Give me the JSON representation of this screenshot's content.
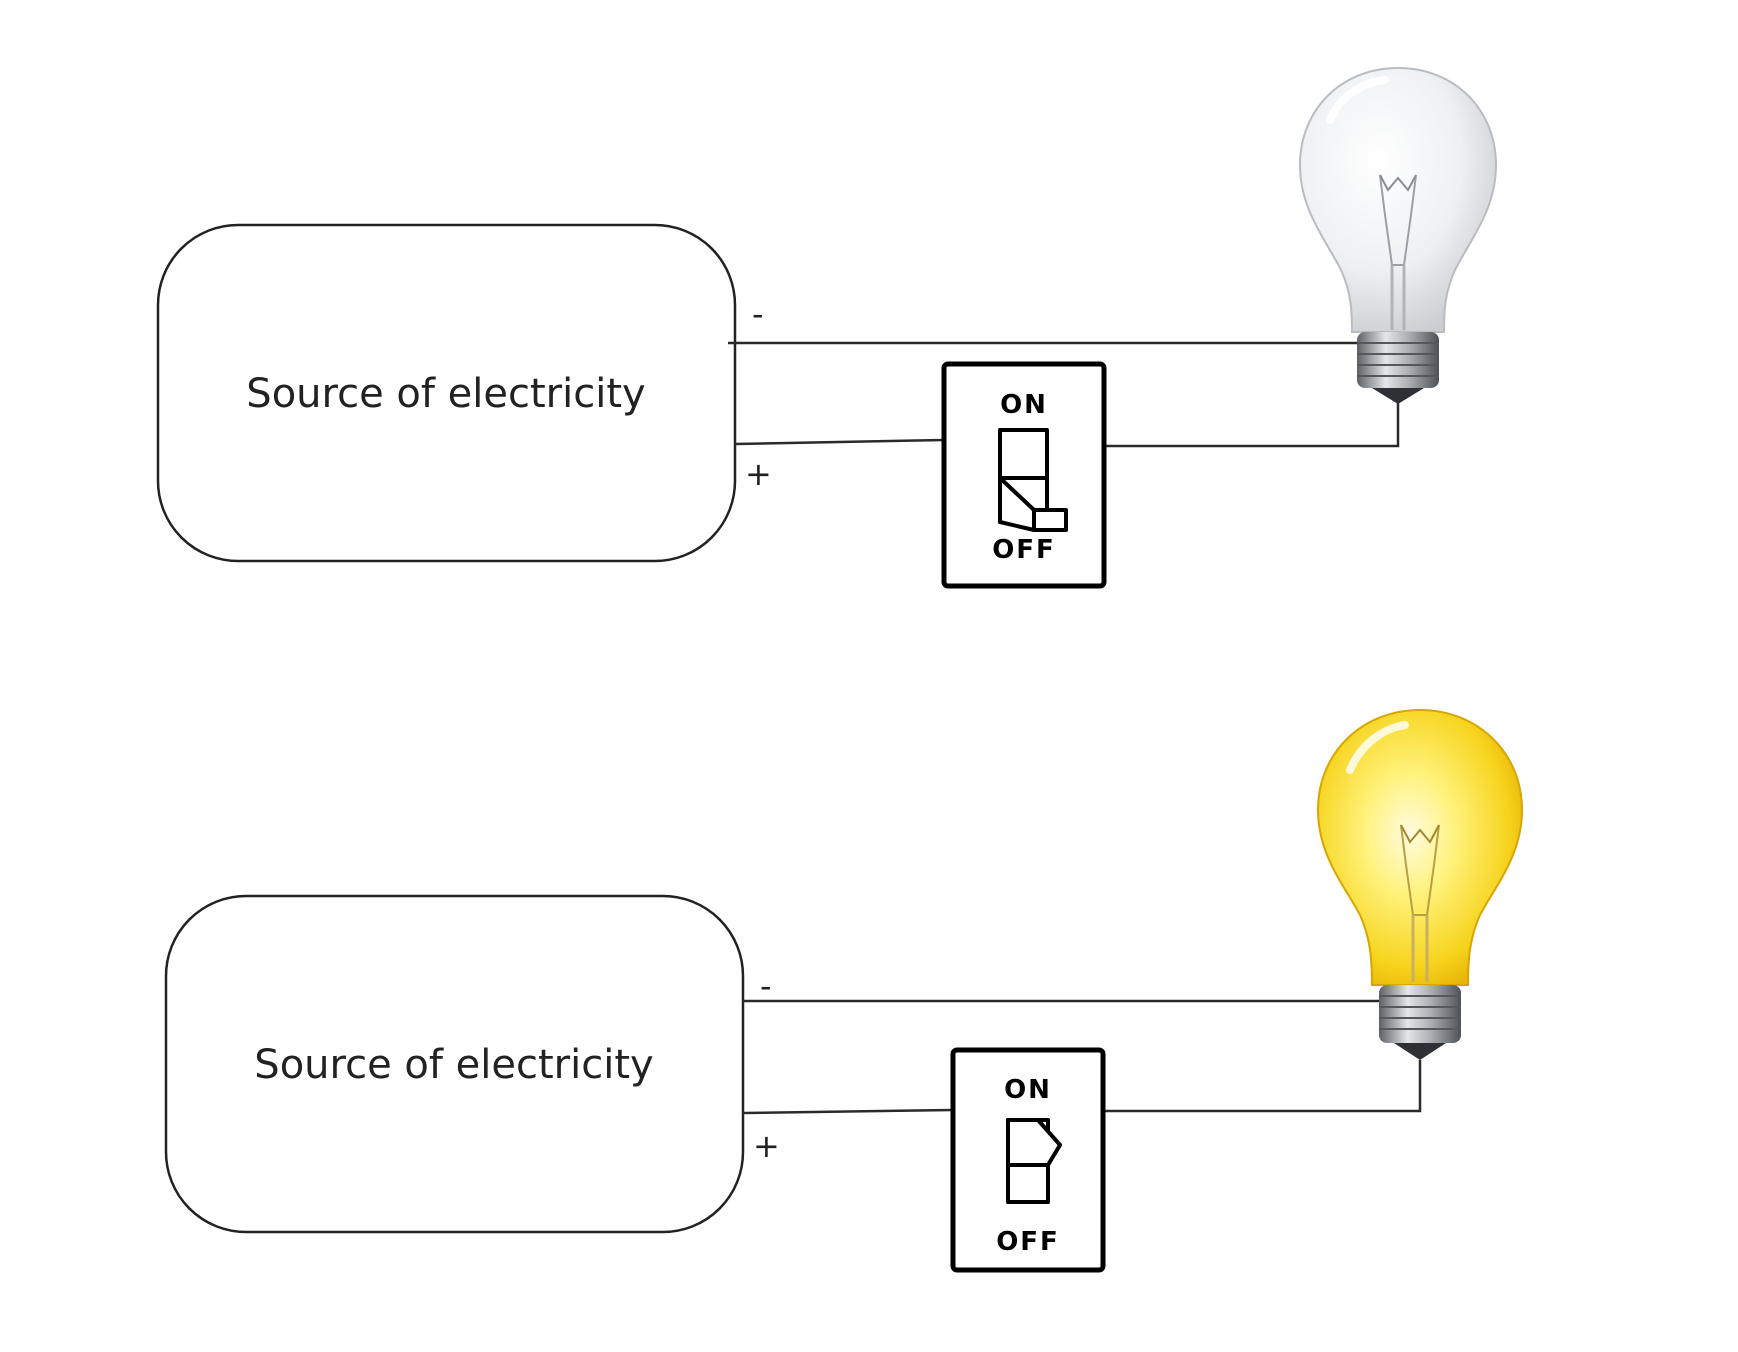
{
  "circuits": [
    {
      "state": "off",
      "source": {
        "label": "Source of electricity"
      },
      "terminals": {
        "negative": "-",
        "positive": "+"
      },
      "switch": {
        "on_label": "ON",
        "off_label": "OFF",
        "position": "off"
      },
      "bulb": {
        "lit": false
      }
    },
    {
      "state": "on",
      "source": {
        "label": "Source of electricity"
      },
      "terminals": {
        "negative": "-",
        "positive": "+"
      },
      "switch": {
        "on_label": "ON",
        "off_label": "OFF",
        "position": "on"
      },
      "bulb": {
        "lit": true
      }
    }
  ],
  "colors": {
    "line": "#222222",
    "bulb_off_glass": "#e6e8ea",
    "bulb_on_glass": "#f7d820",
    "bulb_base": "#8a8f94"
  }
}
